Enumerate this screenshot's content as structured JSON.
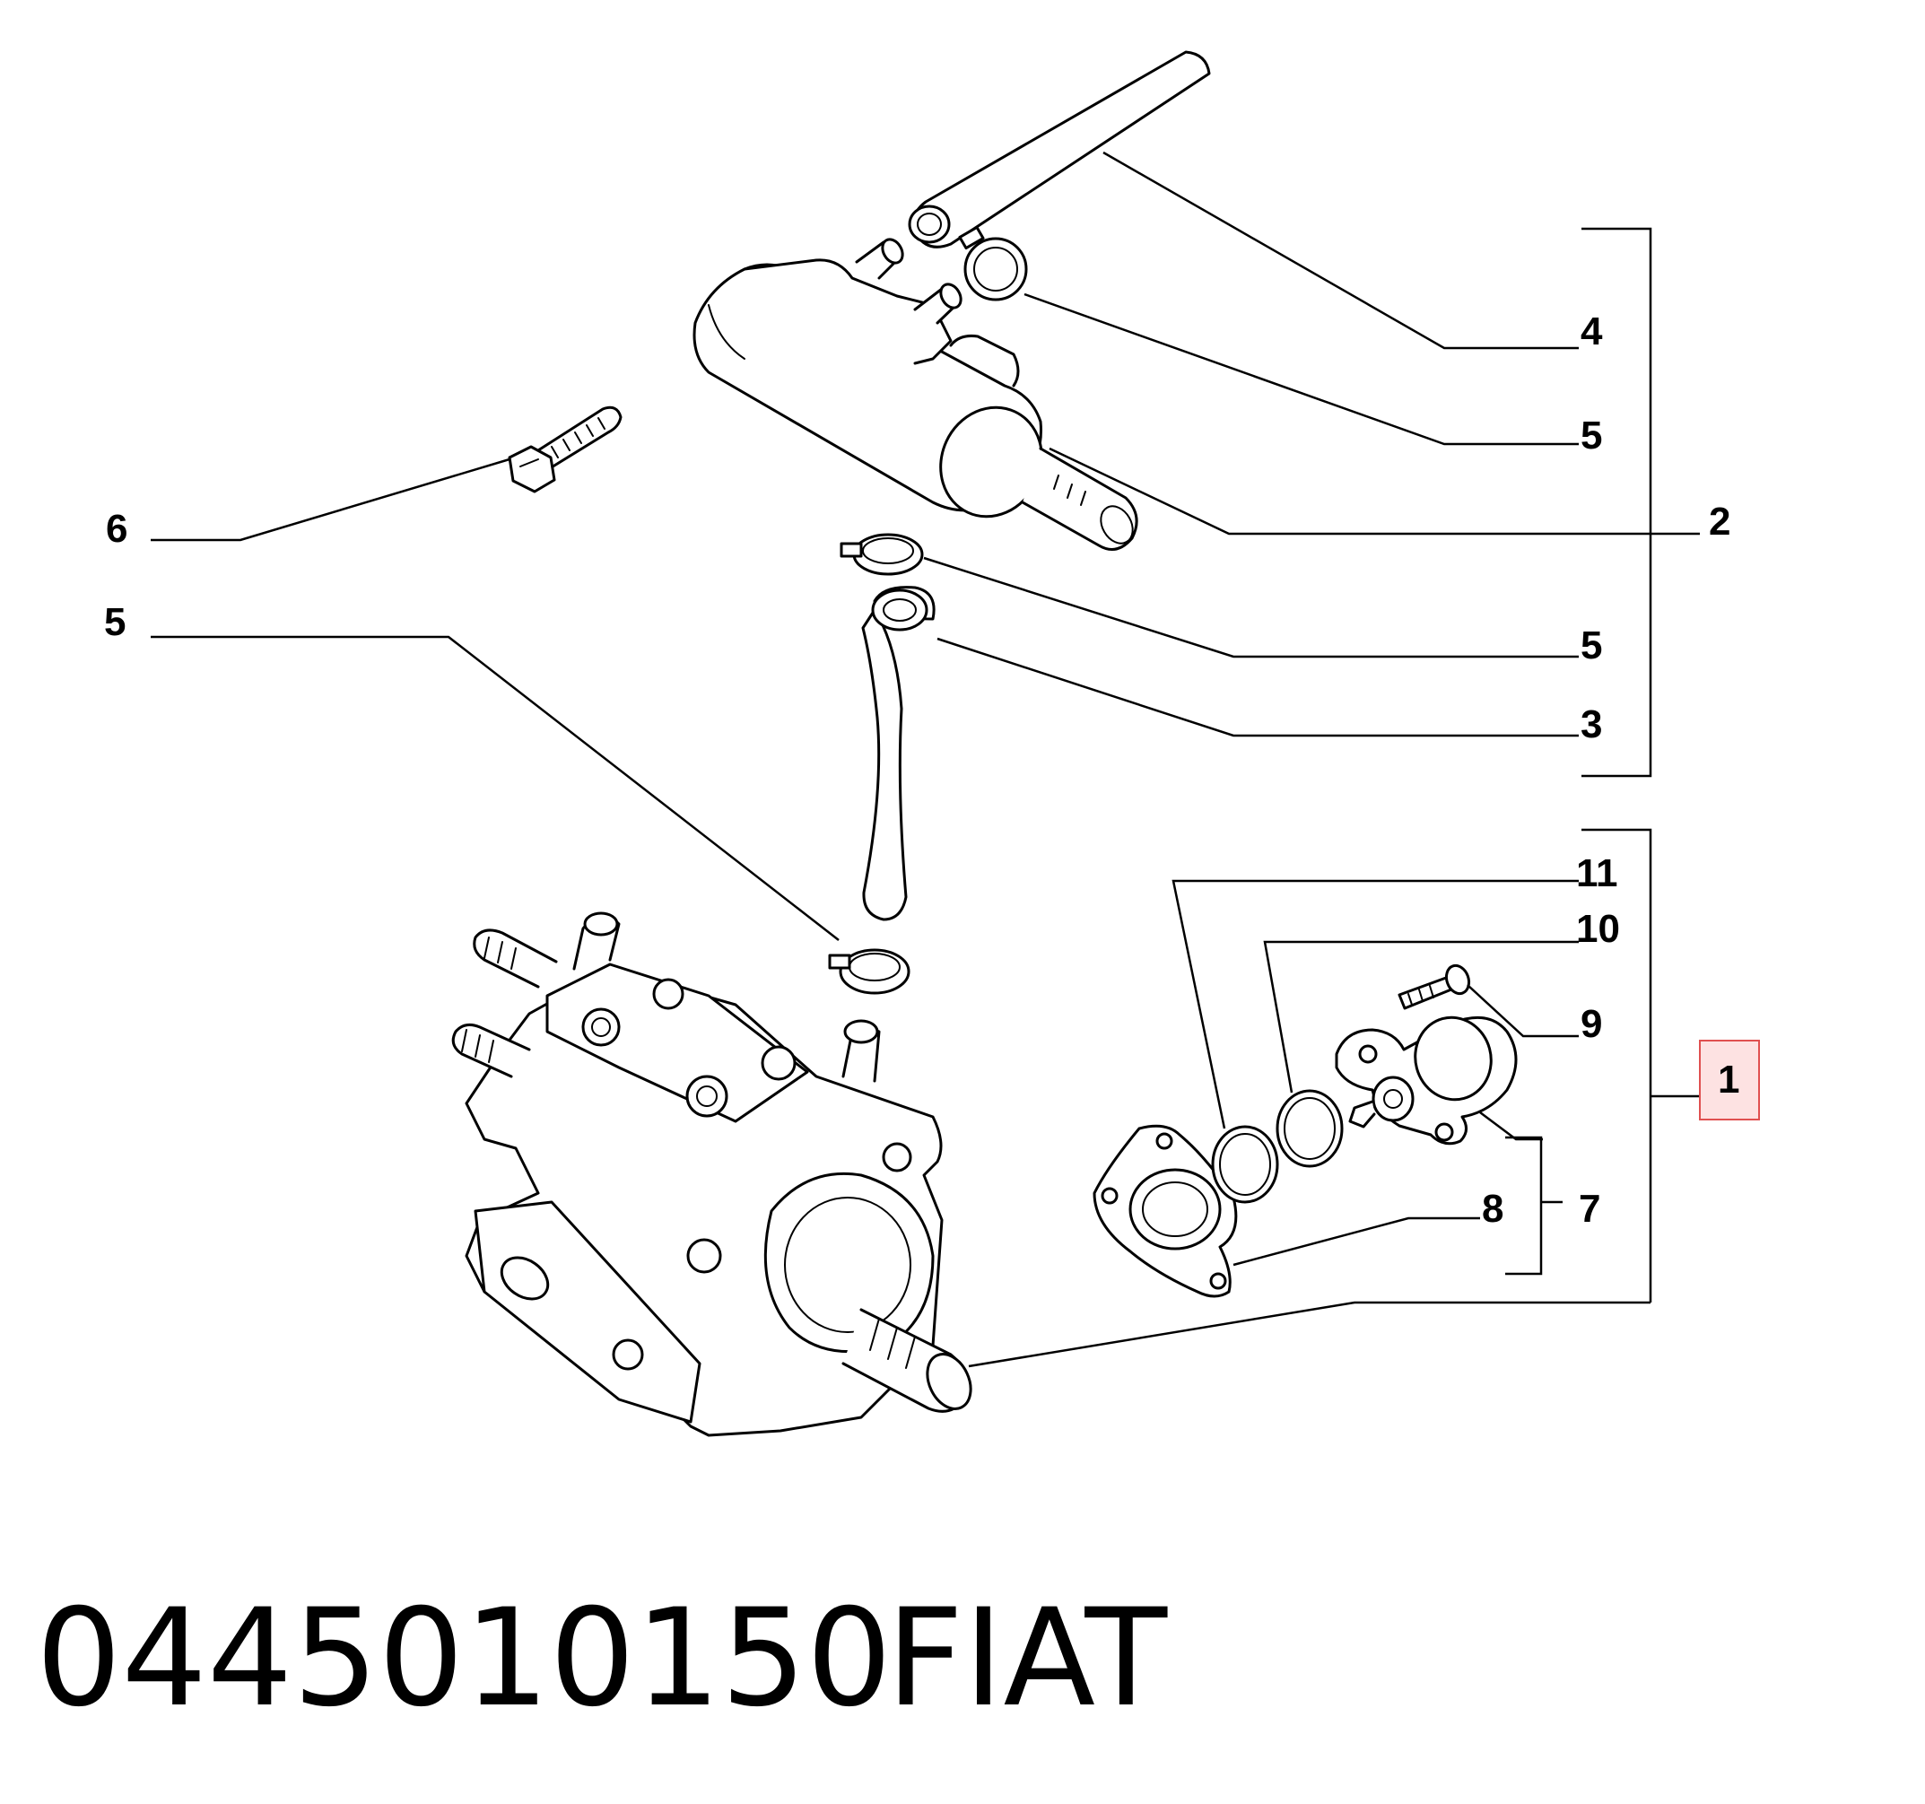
{
  "callouts": {
    "c4": "4",
    "c5_upper": "5",
    "c2": "2",
    "c6": "6",
    "c5_left": "5",
    "c5_mid": "5",
    "c3": "3",
    "c11": "11",
    "c10": "10",
    "c9": "9",
    "c1": "1",
    "c8": "8",
    "c7": "7"
  },
  "highlight_color": "#e05050",
  "footer": {
    "part_number": "0445010150",
    "brand": "FIAT"
  }
}
